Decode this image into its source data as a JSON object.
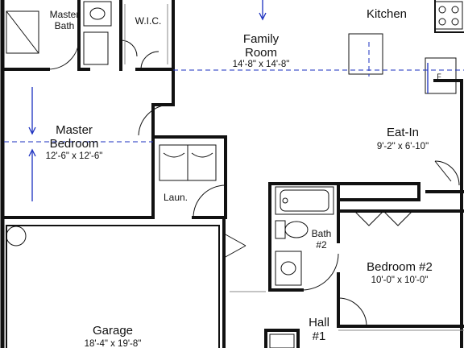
{
  "rooms": {
    "master_bath": {
      "line1": "Master",
      "line2": "Bath"
    },
    "wic": {
      "name": "W.I.C."
    },
    "family_room": {
      "line1": "Family",
      "line2": "Room",
      "dims": "14'-8\" x 14'-8\""
    },
    "kitchen": {
      "name": "Kitchen"
    },
    "master_bedroom": {
      "line1": "Master",
      "line2": "Bedroom",
      "dims": "12'-6\" x 12'-6\""
    },
    "eat_in": {
      "name": "Eat-In",
      "dims": "9'-2\" x 6'-10\""
    },
    "laundry": {
      "name": "Laun."
    },
    "bath2": {
      "line1": "Bath",
      "line2": "#2"
    },
    "bedroom2": {
      "name": "Bedroom #2",
      "dims": "10'-0\" x 10'-0\""
    },
    "hall1": {
      "line1": "Hall",
      "line2": "#1"
    },
    "garage": {
      "name": "Garage",
      "dims": "18'-4\" x 19'-8\""
    }
  },
  "fixtures": {
    "fridge_label": "F"
  },
  "colors": {
    "wall": "#111111",
    "dimension_line": "#1a2fbf",
    "background": "#ffffff"
  }
}
